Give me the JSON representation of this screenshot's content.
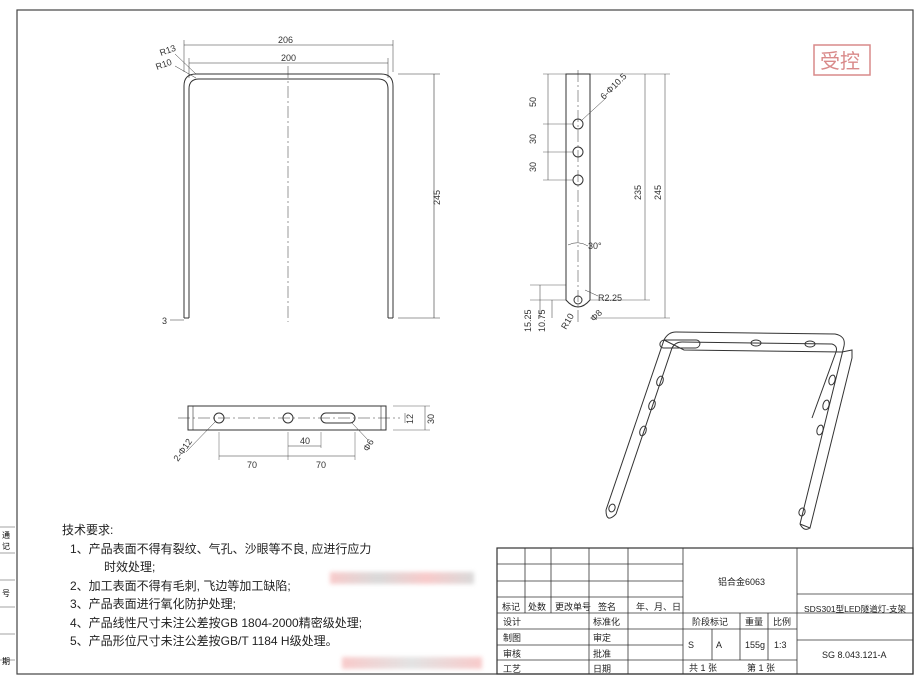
{
  "dims": {
    "top_overall": "206",
    "top_inner": "200",
    "r13": "R13",
    "r10": "R10",
    "height_overall": "245",
    "thickness": "3",
    "side_50": "50",
    "side_30a": "30",
    "side_30b": "30",
    "hole_note": "6-Φ10.5",
    "side_235": "235",
    "side_245": "245",
    "angle": "30°",
    "r225": "R2.25",
    "d1525": "15.25",
    "d1075": "10.75",
    "r10b": "R10",
    "phi8": "Φ8",
    "plan_hole": "2-Φ12",
    "plan_40": "40",
    "plan_70a": "70",
    "plan_70b": "70",
    "plan_12": "12",
    "plan_30": "30",
    "plan_phi6": "Φ6"
  },
  "stamp": "受控",
  "notes": {
    "title": "技术要求:",
    "items": [
      "1、产品表面不得有裂纹、气孔、沙眼等不良, 应进行应力",
      "时效处理;",
      "2、加工表面不得有毛刺, 飞边等加工缺陷;",
      "3、产品表面进行氧化防护处理;",
      "4、产品线性尺寸未注公差按GB 1804-2000精密级处理;",
      "5、产品形位尺寸未注公差按GB/T 1184 H级处理。"
    ]
  },
  "title_block": {
    "header": [
      "标记",
      "处数",
      "更改单号",
      "签名",
      "年、月、日"
    ],
    "rows": [
      "设计",
      "制图",
      "审核",
      "工艺"
    ],
    "rows2": [
      "标准化",
      "审定",
      "批准",
      "日期"
    ],
    "material": "铝合金6063",
    "stage_label": "阶段标记",
    "weight_label": "重量",
    "scale_label": "比例",
    "stage_value": "S",
    "stage_value2": "A",
    "weight_value": "155g",
    "scale_value": "1:3",
    "sheets_total": "共 1 张",
    "sheet_no": "第 1 张",
    "part_name": "SDS301型LED隧道灯-支架",
    "drawing_no": "SG 8.043.121-A"
  },
  "side_fragments": [
    "通",
    "记",
    "号",
    "期"
  ]
}
